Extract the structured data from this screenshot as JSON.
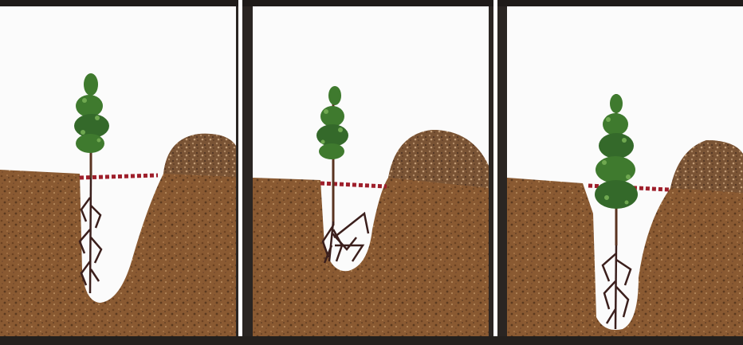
{
  "figure": {
    "panels": [
      {
        "id": "panel-1",
        "planting": "roots-straight-down-in-narrow-hole"
      },
      {
        "id": "panel-2",
        "planting": "roots-bunched-in-shallow-hole"
      },
      {
        "id": "panel-3",
        "planting": "seedling-planted-too-deep"
      }
    ],
    "colors": {
      "soil": "#8a5a32",
      "soil_dark": "#6f4526",
      "hole": "#fbfbfb",
      "ground_line": "#9e1e2a",
      "foliage": "#3f7a2e",
      "foliage_light": "#6fa850",
      "root": "#3b1f1c",
      "frame": "#2a2522"
    }
  }
}
